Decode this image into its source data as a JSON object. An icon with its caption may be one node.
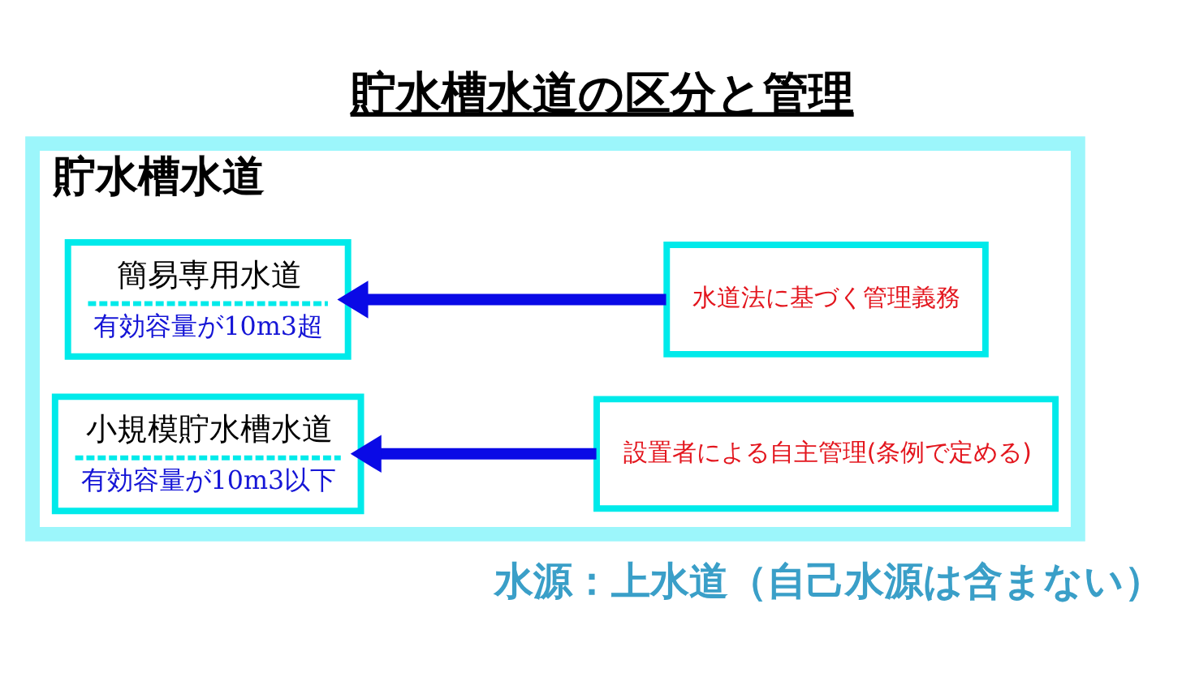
{
  "diagram": {
    "title": "貯水槽水道の区分と管理",
    "nodes": [
      {
        "text": [
          "貯水槽水道"
        ]
      },
      {
        "text": [
          "簡易専用水道",
          "有効容量が10m3超"
        ],
        "in": 0
      },
      {
        "text": [
          "水道法に基づく管理義務"
        ],
        "in": 0
      },
      {
        "text": [
          "小規模貯水槽水道",
          "有効容量が10m3以下"
        ],
        "in": 0
      },
      {
        "text": [
          "設置者による自主管理(条例で定める)"
        ],
        "in": 0
      }
    ],
    "edges": [
      {
        "from": 2,
        "to": 1,
        "arrow": "to"
      },
      {
        "from": 4,
        "to": 3,
        "arrow": "to"
      }
    ],
    "labels": [
      "水源：上水道（自己水源は含まない）"
    ]
  }
}
